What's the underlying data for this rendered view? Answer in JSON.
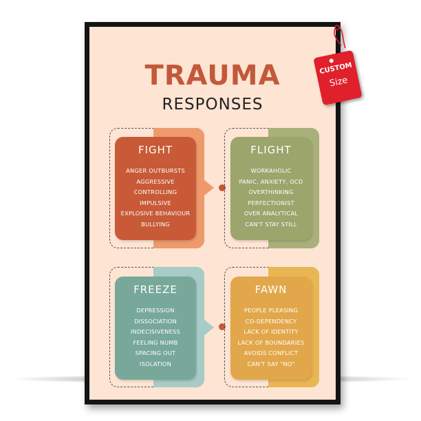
{
  "poster": {
    "title": "TRAUMA",
    "subtitle": "RESPONSES",
    "cards": [
      {
        "title": "FIGHT",
        "items": [
          "ANGER OUTBURSTS",
          "AGGRESSIVE",
          "CONTROLLING",
          "IMPULSIVE",
          "EXPLOSIVE BEHAVIOUR",
          "BULLYING"
        ],
        "color": "#c85a37",
        "tone": "#ee9a6c"
      },
      {
        "title": "FLIGHT",
        "items": [
          "WORKAHOLIC",
          "PANIC, ANXIETY, OCD",
          "OVERTHINKING",
          "PERFECTIONIST",
          "OVER ANALYTICAL",
          "CAN'T STAY STILL"
        ],
        "color": "#9ba56c",
        "tone": "#a9b07a"
      },
      {
        "title": "FREEZE",
        "items": [
          "DEPRESSION",
          "DISSOCIATION",
          "INDECISIVENESS",
          "FEELING NUMB",
          "SPACING OUT",
          "ISOLATION"
        ],
        "color": "#77a89a",
        "tone": "#a7cbc6"
      },
      {
        "title": "FAWN",
        "items": [
          "PEOPLE PLEASING",
          "CO-DEPENDENCY",
          "LACK OF IDENTITY",
          "LACK OF BOUNDARIES",
          "AVOIDS CONFLICT",
          "CAN'T SAY \"NO\""
        ],
        "color": "#e2a74a",
        "tone": "#e9b654"
      }
    ]
  },
  "tag": {
    "line1": "CUSTOM",
    "line2": "Size",
    "color": "#e0202a"
  }
}
